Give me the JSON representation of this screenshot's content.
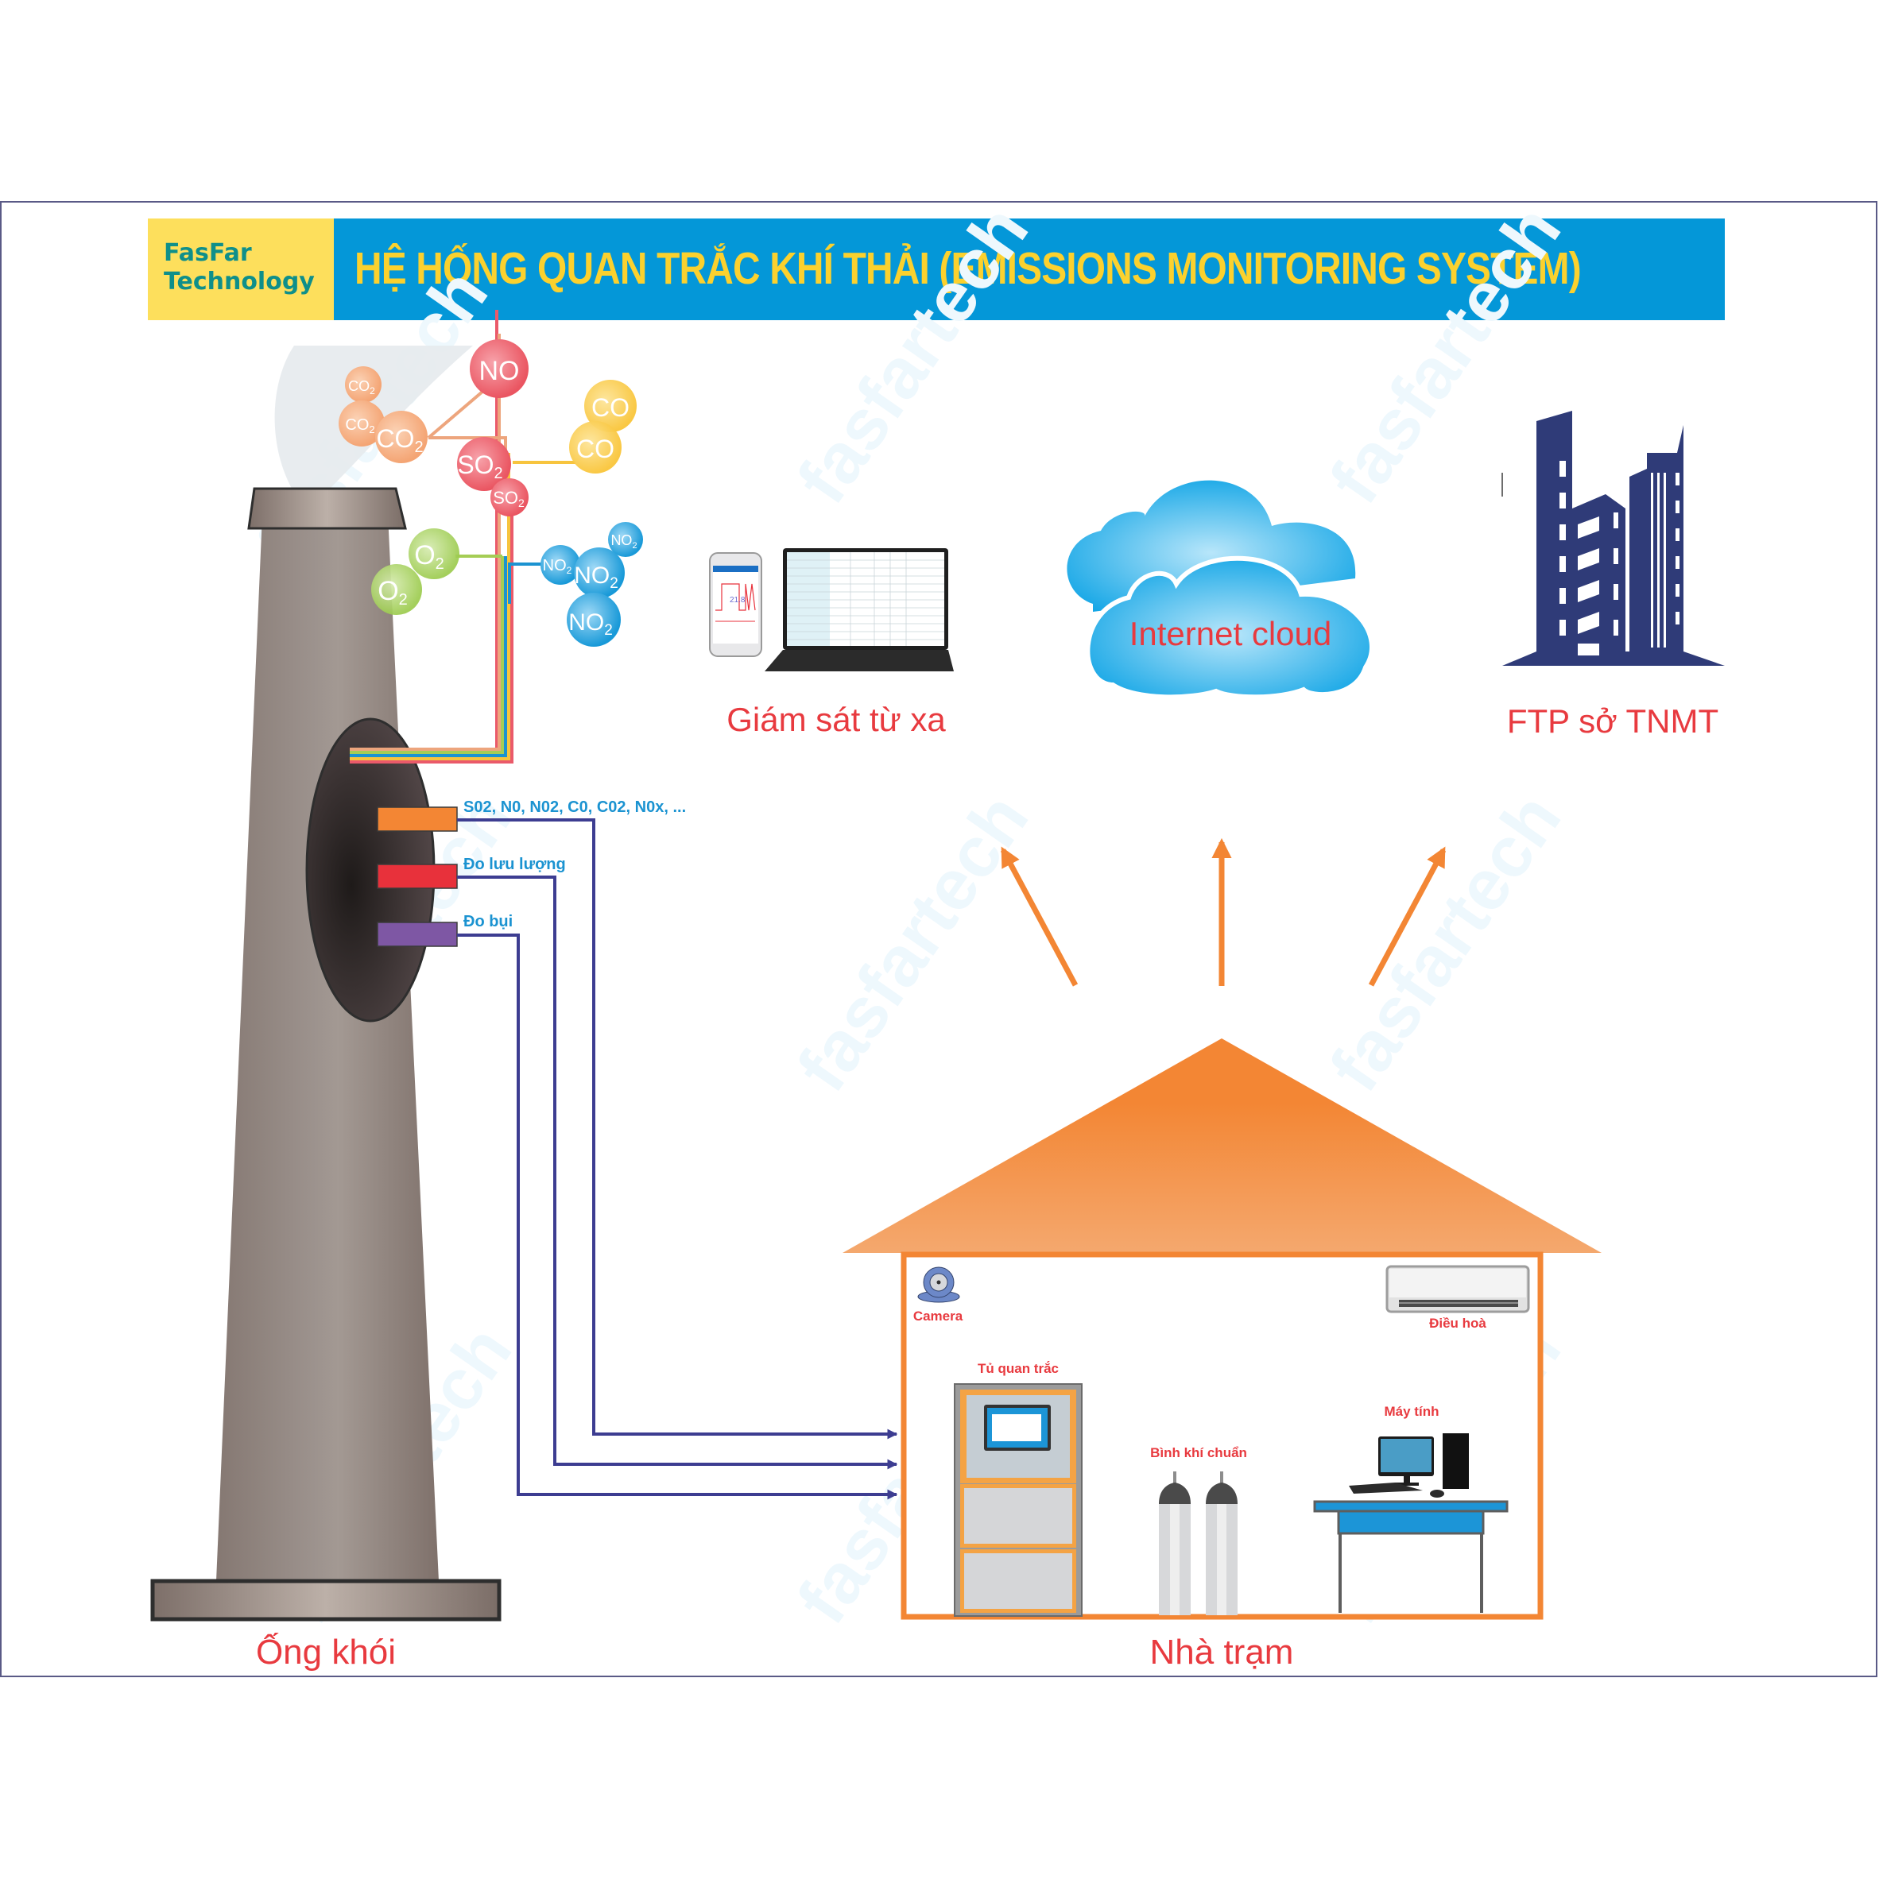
{
  "header": {
    "logo_line1": "FasFar",
    "logo_line2": "Technology",
    "title": "HỆ HỐNG QUAN TRẮC KHÍ THẢI (EMISSIONS MONITORING SYSTEM)"
  },
  "watermark": "fasfartech",
  "gases": {
    "no": "NO",
    "so2": "SO",
    "co2": "CO",
    "co": "CO",
    "o2": "O",
    "no2": "NO",
    "subscript": "2"
  },
  "sensors": [
    {
      "label": "S02, N0, N02, C0, C02, N0x, ...",
      "color": "#f38634"
    },
    {
      "label": "Đo lưu lượng",
      "color": "#e8313b"
    },
    {
      "label": "Đo bụi",
      "color": "#7e57a4"
    }
  ],
  "nodes": {
    "remote_monitoring": "Giám sát từ xa",
    "internet_cloud": "Internet cloud",
    "ftp": "FTP sở TNMT",
    "chimney": "Ống khói",
    "station": "Nhà trạm"
  },
  "station_items": {
    "camera": "Camera",
    "air_conditioner": "Điều hoà",
    "cabinet": "Tủ quan trắc",
    "gas_cylinders": "Bình khí chuẩn",
    "computer": "Máy tính"
  },
  "phone_value": "21.8",
  "colors": {
    "accent_orange": "#f38634",
    "label_red": "#e83a3f",
    "title_blue": "#0497d8",
    "title_yellow": "#fbd12e",
    "logo_yellow": "#fddf5c",
    "line_navy": "#3d3d91",
    "building_navy": "#2f3b78",
    "label_blue": "#1b93d1"
  }
}
